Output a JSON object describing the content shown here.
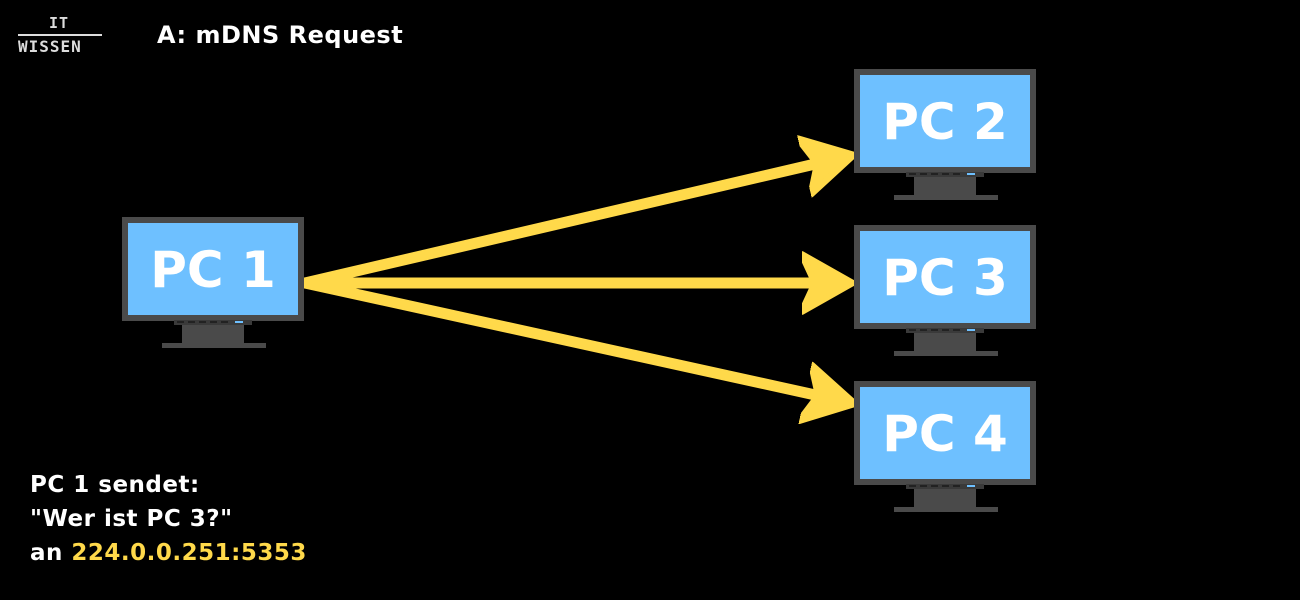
{
  "logo": {
    "line1": "IT",
    "line2": "WISSEN"
  },
  "title": "A: mDNS Request",
  "colors": {
    "background": "#000000",
    "screen": "#6ec0ff",
    "monitor_frame": "#4a4a4a",
    "arrow": "#ffd94a",
    "text": "#ffffff",
    "highlight": "#ffd94a"
  },
  "computers": [
    {
      "id": "pc1",
      "label": "PC 1"
    },
    {
      "id": "pc2",
      "label": "PC 2"
    },
    {
      "id": "pc3",
      "label": "PC 3"
    },
    {
      "id": "pc4",
      "label": "PC 4"
    }
  ],
  "caption": {
    "line1": "PC 1 sendet:",
    "line2": "\"Wer ist PC 3?\"",
    "line3_prefix": "an ",
    "line3_address": "224.0.0.251:5353"
  }
}
